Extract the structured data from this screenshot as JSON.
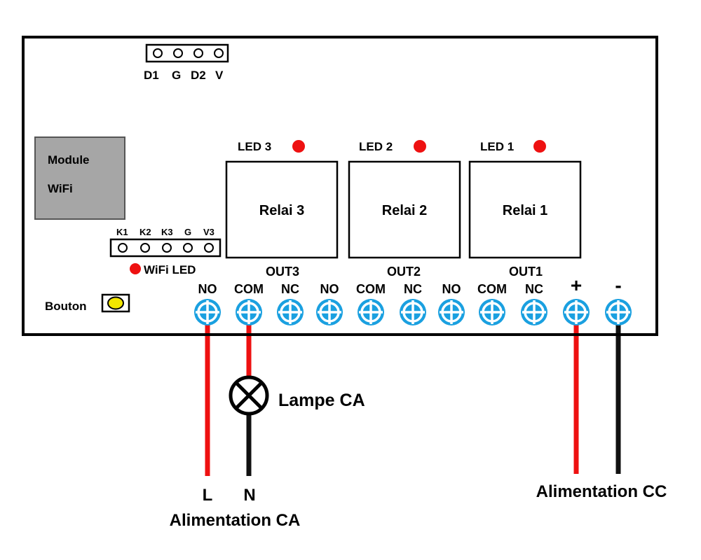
{
  "header_pins": [
    "D1",
    "G",
    "D2",
    "V"
  ],
  "wifi_module": {
    "line1": "Module",
    "line2": "WiFi"
  },
  "input_pins": [
    "K1",
    "K2",
    "K3",
    "G",
    "V3"
  ],
  "wifi_led_label": "WiFi LED",
  "button_label": "Bouton",
  "relays": [
    {
      "led": "LED 3",
      "name": "Relai 3",
      "out": "OUT3"
    },
    {
      "led": "LED 2",
      "name": "Relai 2",
      "out": "OUT2"
    },
    {
      "led": "LED 1",
      "name": "Relai 1",
      "out": "OUT1"
    }
  ],
  "terminals": [
    "NO",
    "COM",
    "NC",
    "NO",
    "COM",
    "NC",
    "NO",
    "COM",
    "NC",
    "+",
    "-"
  ],
  "lamp_label": "Lampe CA",
  "ac_labels": {
    "live": "L",
    "neutral": "N",
    "supply": "Alimentation CA"
  },
  "dc_label": "Alimentation CC",
  "colors": {
    "terminal": "#1aa0e0",
    "led": "#ee1111",
    "wire_red": "#ee1111",
    "wire_black": "#111111",
    "module": "#a6a6a6",
    "button": "#f2e600"
  }
}
